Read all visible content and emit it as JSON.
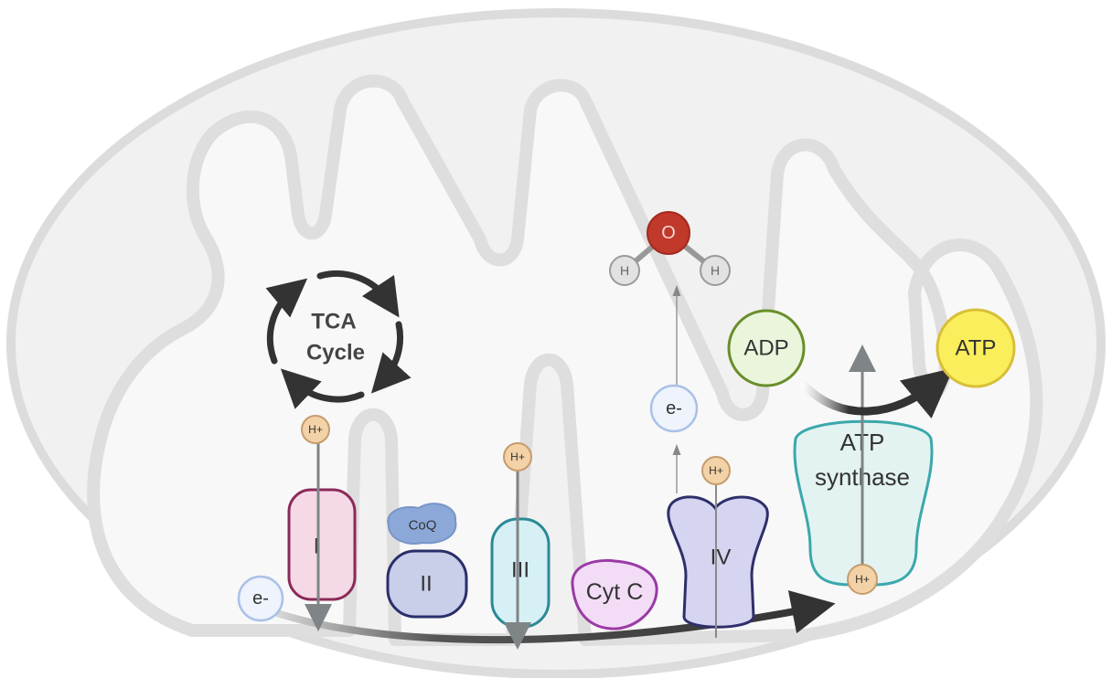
{
  "tca": {
    "line1": "TCA",
    "line2": "Cycle"
  },
  "complexes": {
    "c1": "I",
    "coq": "CoQ",
    "c2": "II",
    "c3": "III",
    "cytc": "Cyt C",
    "c4": "IV",
    "atp_synthase_line1": "ATP",
    "atp_synthase_line2": "synthase"
  },
  "particles": {
    "proton": "H+",
    "electron": "e-",
    "oxygen": "O",
    "hydrogen": "H"
  },
  "molecules": {
    "adp": "ADP",
    "atp": "ATP"
  },
  "colors": {
    "membrane": "#dedede",
    "matrix": "#f7f7f7",
    "complex1": "#f5d9e6",
    "complex2": "#c9cfe9",
    "complex3": "#d7f0f5",
    "cytc": "#f3dcf6",
    "complex4": "#d5d4f1",
    "atp_synthase": "#e3f3f1",
    "proton": "#f2d2a6",
    "electron": "#eef3fc",
    "oxygen": "#c0392b",
    "adp": "#eaf5dc",
    "atp": "#fbee5c"
  }
}
